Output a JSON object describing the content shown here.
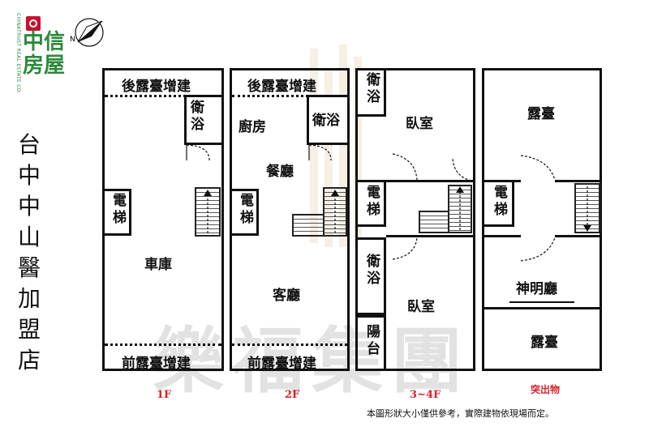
{
  "brand": {
    "name": "中信房屋",
    "side_text": "CHINATRUST REAL ESTATE CO.",
    "colors": {
      "green": "#2a8a3a",
      "red": "#c8102e"
    }
  },
  "store_name": "台中中山醫加盟店",
  "compass_label": "N",
  "watermark": "樂福集團",
  "floors": [
    {
      "label": "1F",
      "rooms": {
        "rear": "後露臺增建",
        "bath": "衛浴",
        "elevator": "電梯",
        "main": "車庫",
        "front": "前露臺增建"
      }
    },
    {
      "label": "2F",
      "rooms": {
        "rear": "後露臺增建",
        "kitchen": "廚房",
        "bath": "衛浴",
        "dining": "餐廳",
        "elevator": "電梯",
        "living": "客廳",
        "front": "前露臺增建"
      }
    },
    {
      "label": "3~4F",
      "rooms": {
        "bath1": "衛浴",
        "bedroom1": "臥室",
        "elevator": "電梯",
        "bath2": "衛浴",
        "bedroom2": "臥室",
        "balcony": "陽台"
      }
    },
    {
      "label": "突出物",
      "rooms": {
        "terrace1": "露臺",
        "elevator": "電梯",
        "shrine": "神明廳",
        "terrace2": "露臺"
      }
    }
  ],
  "note": "本圖形狀大小僅供參考，實際建物依現場而定。"
}
